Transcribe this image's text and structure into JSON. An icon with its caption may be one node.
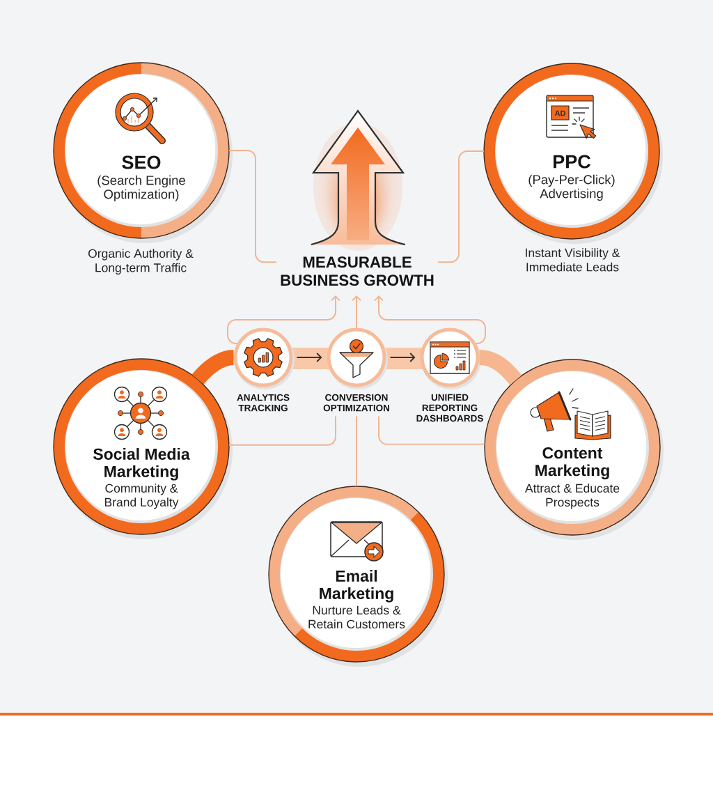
{
  "diagram": {
    "nodes": [
      {
        "text": [
          "SEO",
          "(Search Engine Optimization)"
        ],
        "beside": [
          "Organic Authority & Long-term Traffic"
        ]
      },
      {
        "text": [
          "PPC",
          "(Pay-Per-Click) Advertising"
        ],
        "beside": [
          "Instant Visibility & Immediate Leads"
        ]
      },
      {
        "text": [
          "MEASURABLE BUSINESS GROWTH"
        ]
      },
      {
        "text": [
          "ANALYTICS TRACKING"
        ]
      },
      {
        "text": [
          "CONVERSION OPTIMIZATION"
        ]
      },
      {
        "text": [
          "UNIFIED REPORTING DASHBOARDS"
        ]
      },
      {
        "text": [
          "Social Media Marketing",
          "Community & Brand Loyalty"
        ]
      },
      {
        "text": [
          "Content Marketing",
          "Attract & Educate Prospects"
        ]
      },
      {
        "text": [
          "Email Marketing",
          "Nurture Leads & Retain Customers"
        ]
      }
    ],
    "edges": [
      {
        "from": 0,
        "to": 2,
        "arrow": "none"
      },
      {
        "from": 1,
        "to": 2,
        "arrow": "none"
      },
      {
        "from": 3,
        "to": 2,
        "arrow": "to"
      },
      {
        "from": 4,
        "to": 2,
        "arrow": "to"
      },
      {
        "from": 5,
        "to": 2,
        "arrow": "to"
      },
      {
        "from": 3,
        "to": 4,
        "arrow": "to",
        "color": "#333333"
      },
      {
        "from": 4,
        "to": 5,
        "arrow": "to",
        "color": "#333333"
      },
      {
        "from": 6,
        "to": 3,
        "arrow": "none",
        "style": "thick",
        "color": "#f26a1e"
      },
      {
        "from": 5,
        "to": 7,
        "arrow": "none",
        "style": "thick",
        "color": "#f6b690"
      },
      {
        "from": 4,
        "to": 6,
        "arrow": "none"
      },
      {
        "from": 4,
        "to": 8,
        "arrow": "none"
      },
      {
        "from": 4,
        "to": 7,
        "arrow": "none"
      }
    ],
    "labels": [
      "AD"
    ]
  }
}
